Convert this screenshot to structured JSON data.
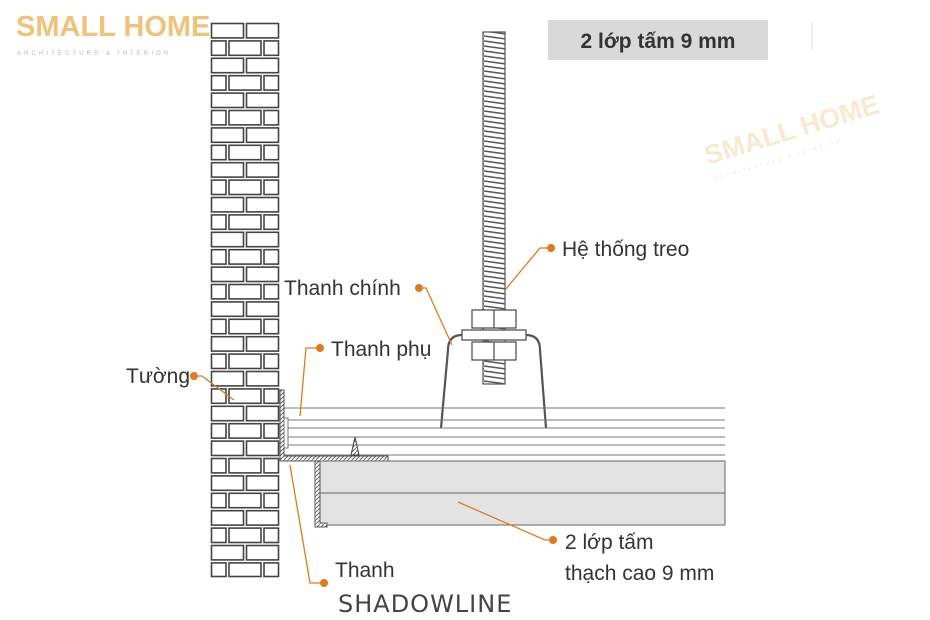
{
  "logo": {
    "name": "SMALL HOME",
    "tagline": "ARCHITECTURE & INTERIOR",
    "color": "#f0c27a"
  },
  "watermark": {
    "name": "SMALL HOME",
    "tagline": "ARCHITECTURE & INTERIOR"
  },
  "title_badge": "2 lớp tấm 9 mm",
  "labels": {
    "suspension": "Hệ thống treo",
    "main_bar": "Thanh chính",
    "sub_bar": "Thanh phụ",
    "wall": "Tường",
    "boards_line1": "2 lớp tấm",
    "boards_line2": "thạch cao 9 mm",
    "shadowline_bar": "Thanh",
    "shadowline_name": "SHADOWLINE"
  },
  "colors": {
    "leader": "#e07a20",
    "badge_bg": "#d9d9d9",
    "board": "#e3e3e3"
  }
}
